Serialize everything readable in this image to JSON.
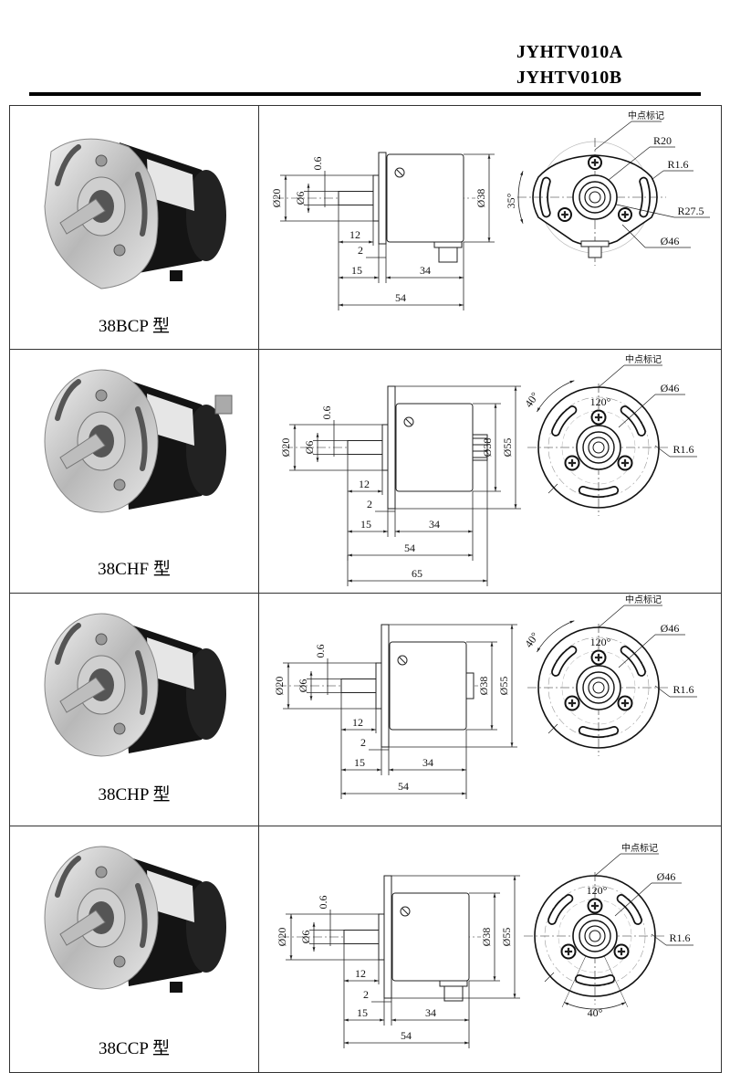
{
  "header": {
    "model_a": "JYHTV010A",
    "model_b": "JYHTV010B"
  },
  "products": [
    {
      "name": "38BCP 型",
      "type": "bcp",
      "dims": {
        "d20": "Ø20",
        "d6": "Ø6",
        "t06": "0.6",
        "l12": "12",
        "l2": "2",
        "l15": "15",
        "l34": "34",
        "l54": "54",
        "d38": "Ø38",
        "mark": "中点标记",
        "r20": "R20",
        "r16": "R1.6",
        "r275": "R27.5",
        "d46": "Ø46",
        "ang": "35°"
      }
    },
    {
      "name": "38CHF 型",
      "type": "chf",
      "dims": {
        "d20": "Ø20",
        "d6": "Ø6",
        "t06": "0.6",
        "l12": "12",
        "l2": "2",
        "l15": "15",
        "l34": "34",
        "l54": "54",
        "l65": "65",
        "d38": "Ø38",
        "d55": "Ø55",
        "mark": "中点标记",
        "a120": "120°",
        "d46": "Ø46",
        "r16": "R1.6",
        "ang": "40°"
      }
    },
    {
      "name": "38CHP 型",
      "type": "chp",
      "dims": {
        "d20": "Ø20",
        "d6": "Ø6",
        "t06": "0.6",
        "l12": "12",
        "l2": "2",
        "l15": "15",
        "l34": "34",
        "l54": "54",
        "d38": "Ø38",
        "d55": "Ø55",
        "mark": "中点标记",
        "a120": "120°",
        "d46": "Ø46",
        "r16": "R1.6",
        "ang": "40°"
      }
    },
    {
      "name": "38CCP 型",
      "type": "ccp",
      "dims": {
        "d20": "Ø20",
        "d6": "Ø6",
        "t06": "0.6",
        "l12": "12",
        "l2": "2",
        "l15": "15",
        "l34": "34",
        "l54": "54",
        "d38": "Ø38",
        "d55": "Ø55",
        "mark": "中点标记",
        "a120": "120°",
        "d46": "Ø46",
        "r16": "R1.6",
        "ang": "40°"
      }
    }
  ]
}
